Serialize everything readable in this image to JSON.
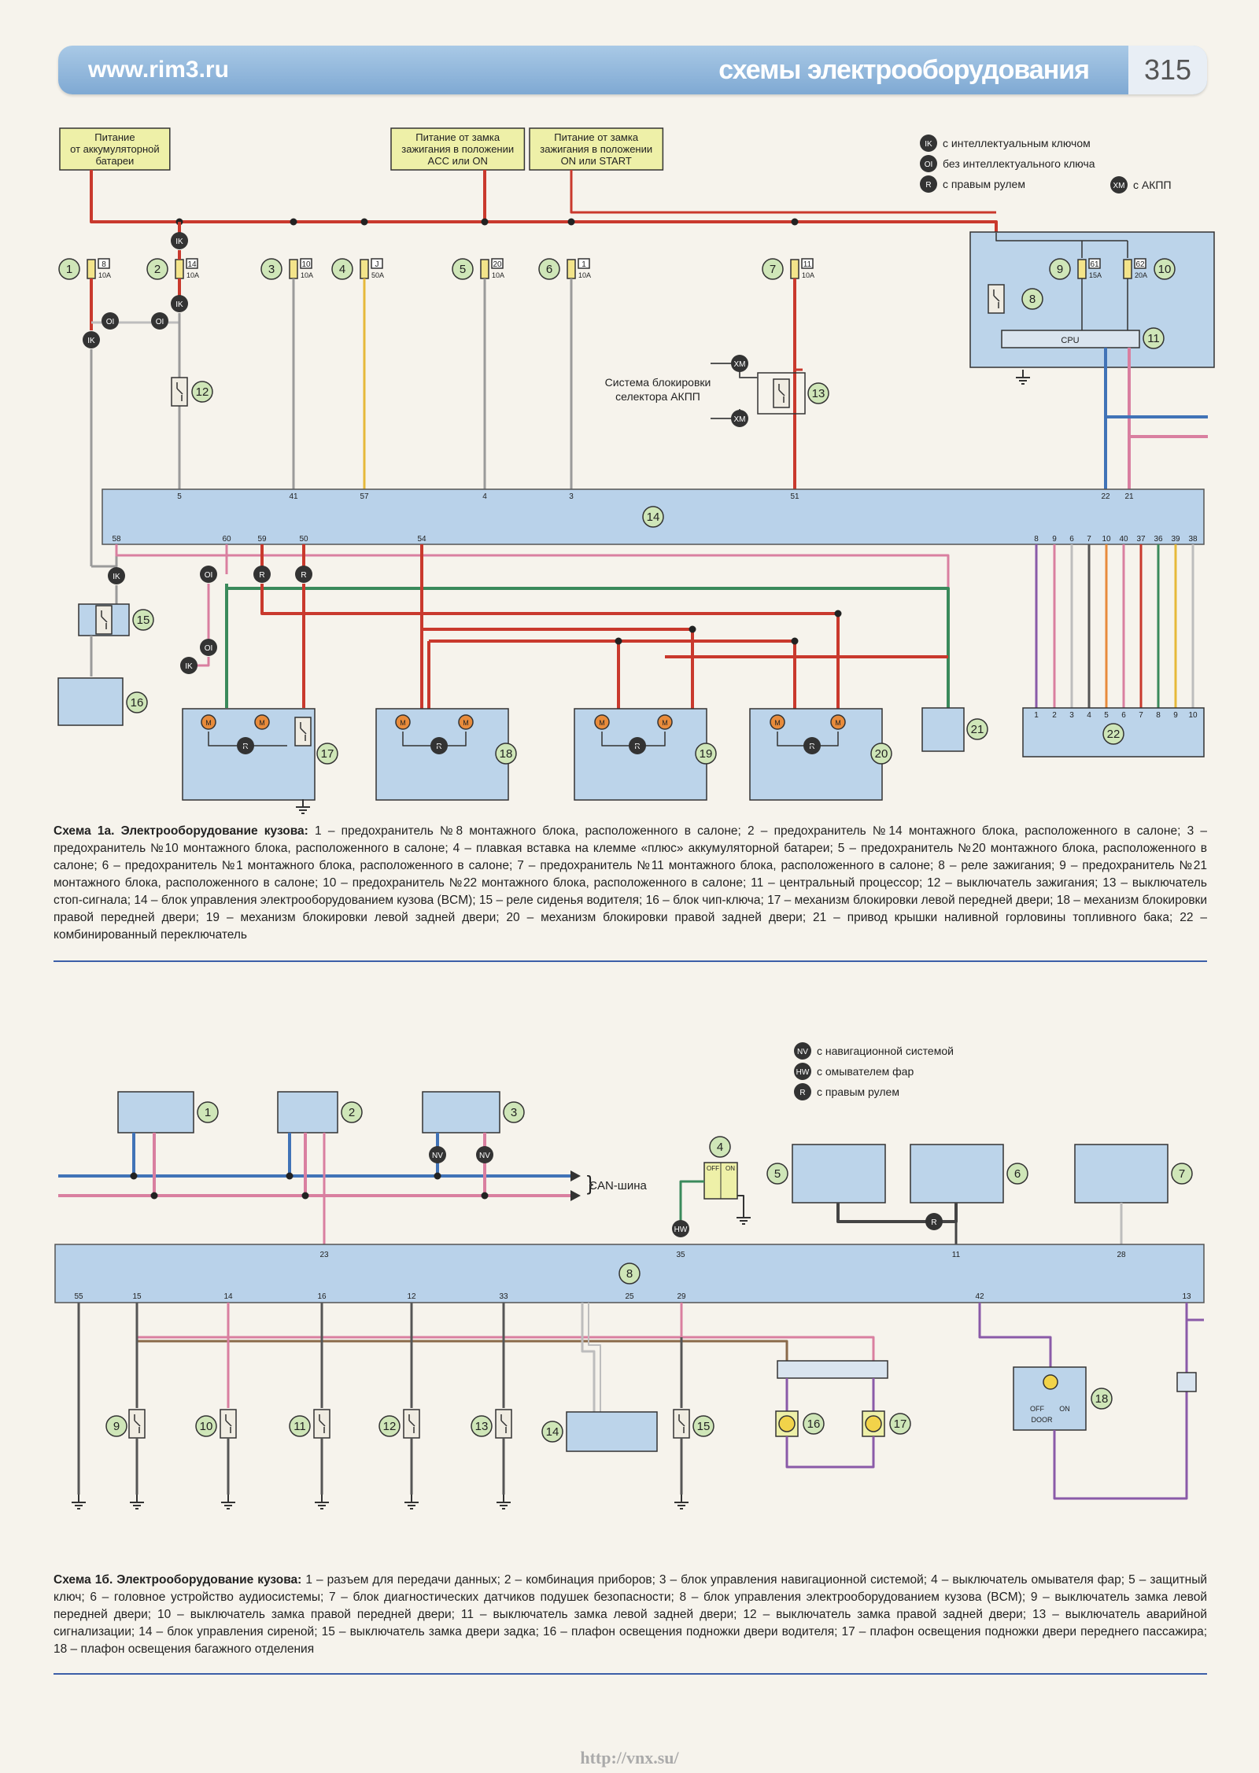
{
  "header": {
    "site": "www.rim3.ru",
    "title": "схемы электрооборудования",
    "page": "315"
  },
  "d1": {
    "src_battery": [
      "Питание",
      "от аккумуляторной",
      "батареи"
    ],
    "src_acc": [
      "Питание от замка",
      "зажигания в положении",
      "ACC или ON"
    ],
    "src_start": [
      "Питание от замка",
      "зажигания в положении",
      "ON или START"
    ],
    "legend": [
      {
        "tag": "IK",
        "text": "с интеллектуальным ключом"
      },
      {
        "tag": "OI",
        "text": "без интеллектуального ключа"
      },
      {
        "tag": "R",
        "text": "с правым рулем"
      },
      {
        "tag": "XM",
        "text": "с АКПП"
      }
    ],
    "fuses": [
      {
        "n": "1",
        "id": "8",
        "a": "10A"
      },
      {
        "n": "2",
        "id": "14",
        "a": "10A"
      },
      {
        "n": "3",
        "id": "10",
        "a": "10A"
      },
      {
        "n": "4",
        "id": "J",
        "a": "50A"
      },
      {
        "n": "5",
        "id": "20",
        "a": "10A"
      },
      {
        "n": "6",
        "id": "1",
        "a": "10A"
      },
      {
        "n": "7",
        "id": "11",
        "a": "10A"
      }
    ],
    "inner_fuses": [
      {
        "n": "9",
        "id": "61",
        "a": "15A"
      },
      {
        "n": "10",
        "id": "62",
        "a": "20A"
      }
    ],
    "cpu": "CPU",
    "atlock": [
      "Система блокировки",
      "селектора АКПП"
    ],
    "bcm_top_pins": [
      "5",
      "41",
      "57",
      "4",
      "3",
      "51",
      "22",
      "21"
    ],
    "bcm_bot_pins": [
      "58",
      "60",
      "59",
      "50",
      "54",
      "8",
      "9",
      "6",
      "7",
      "10",
      "40",
      "37",
      "36",
      "39",
      "38"
    ],
    "switch_pins": [
      "1",
      "2",
      "3",
      "4",
      "5",
      "6",
      "7",
      "8",
      "9",
      "10"
    ],
    "nums": [
      "8",
      "11",
      "12",
      "13",
      "14",
      "15",
      "16",
      "17",
      "18",
      "19",
      "20",
      "21",
      "22"
    ],
    "tags": {
      "ik": "IK",
      "oi": "OI",
      "r": "R",
      "xm": "XM",
      "m": "M"
    }
  },
  "cap1": {
    "bold": "Схема 1а. Электрооборудование кузова:",
    "text": " 1 – предохранитель №8 монтажного блока, расположенного в салоне; 2 – предохранитель №14 монтажного блока, расположенного в салоне; 3 – предохранитель №10 монтажного блока, расположенного в салоне; 4 – плавкая вставка на клемме «плюс» аккумуляторной батареи; 5 – предохранитель №20 монтажного блока, расположенного в салоне; 6 – предохранитель №1 монтажного блока, расположенного в салоне; 7 – предохранитель №11 монтажного блока, расположенного в салоне; 8 – реле зажигания; 9 – предохранитель №21 монтажного блока, расположенного в салоне; 10 – предохранитель №22 монтажного блока, расположенного в салоне; 11 – центральный процессор; 12 – выключатель зажигания; 13 – выключатель стоп-сигнала; 14 – блок управления электрооборудованием кузова (BCM); 15 – реле сиденья водителя; 16 – блок чип-ключа; 17 – механизм блокировки левой передней двери; 18 – механизм блокировки правой передней двери; 19 – механизм блокировки левой задней двери; 20 – механизм блокировки правой задней двери; 21 – привод крышки наливной горловины топливного бака; 22 – комбинированный переключатель"
  },
  "d2": {
    "legend": [
      {
        "tag": "NV",
        "text": "с навигационной системой"
      },
      {
        "tag": "HW",
        "text": "с омывателем фар"
      },
      {
        "tag": "R",
        "text": "с правым рулем"
      }
    ],
    "can": "CAN-шина",
    "sw4": {
      "off": "OFF",
      "on": "ON"
    },
    "lamp18": {
      "off": "OFF",
      "on": "ON",
      "door": "DOOR"
    },
    "bcm_top_pins": [
      "23",
      "35",
      "11",
      "28"
    ],
    "bcm_bot_pins": [
      "55",
      "15",
      "14",
      "16",
      "12",
      "33",
      "25",
      "29",
      "42",
      "13"
    ],
    "nums": [
      "1",
      "2",
      "3",
      "4",
      "5",
      "6",
      "7",
      "8",
      "9",
      "10",
      "11",
      "12",
      "13",
      "14",
      "15",
      "16",
      "17",
      "18"
    ],
    "tags": {
      "nv": "NV",
      "hw": "HW",
      "r": "R"
    }
  },
  "cap2": {
    "bold": "Схема 1б. Электрооборудование кузова:",
    "text": " 1 – разъем для передачи данных; 2 – комбинация приборов; 3 – блок управления навигационной системой; 4 – выключатель омывателя фар; 5 – защитный ключ; 6 – головное устройство аудиосистемы; 7 – блок диагностических датчиков подушек безопасности; 8 – блок управления электрооборудованием кузова (BCM); 9 – выключатель замка левой передней двери; 10 – выключатель замка правой передней двери; 11 – выключатель замка левой задней двери; 12 – выключатель замка правой задней двери; 13 – выключатель аварийной сигнализации; 14 – блок управления сиреной; 15 – выключатель замка двери задка; 16 – плафон освещения подножки двери водителя; 17 – плафон освещения подножки двери переднего пассажира; 18 – плафон освещения багажного отделения"
  },
  "footer": "http://vnx.su/"
}
